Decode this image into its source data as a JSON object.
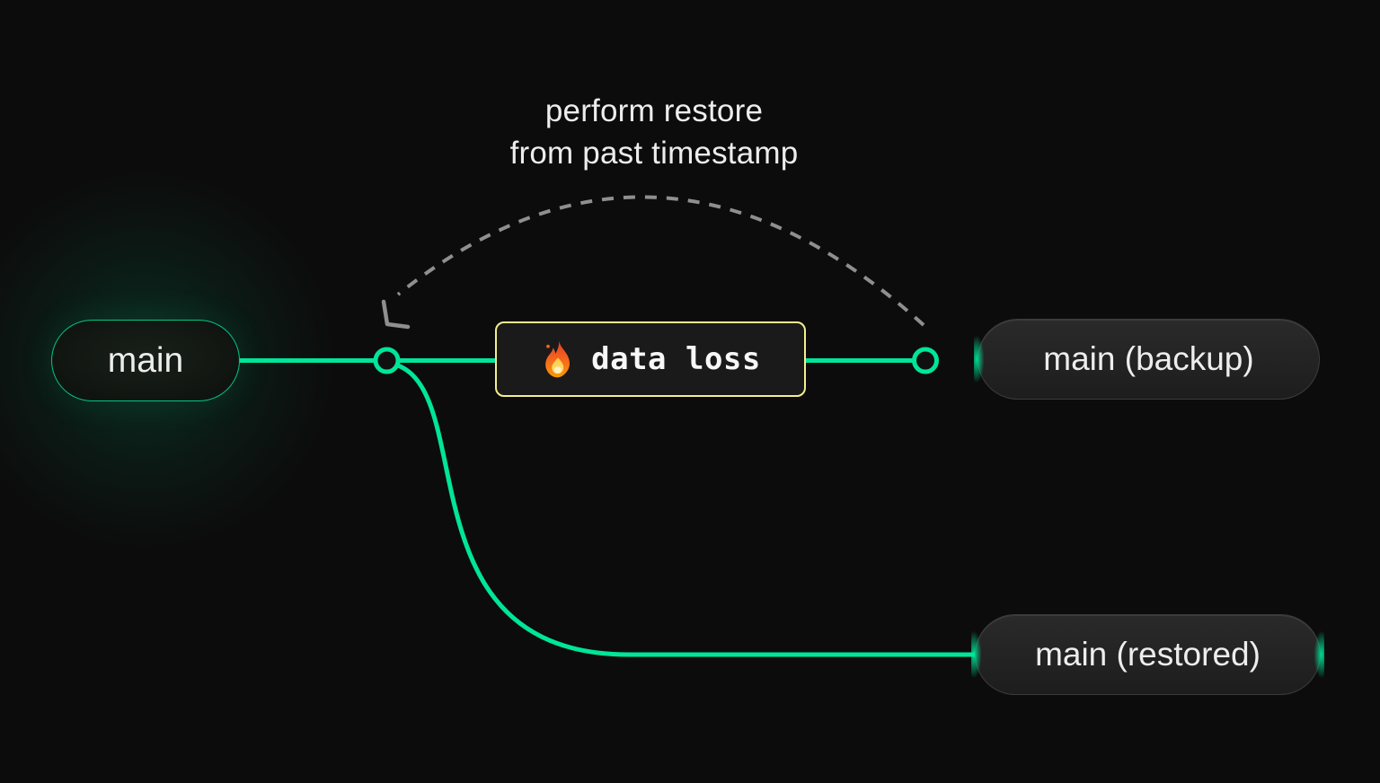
{
  "theme": {
    "bg": "#0c0c0c",
    "green": "#00e599",
    "yellow": "#f3ef8d",
    "gray-dash": "#8f8f8f",
    "text-primary": "#ededed",
    "pill-border": "#3c3c3c"
  },
  "annotation": {
    "line1": "perform restore",
    "line2": "from past timestamp"
  },
  "nodes": {
    "main": {
      "label": "main"
    },
    "backup": {
      "label": "main (backup)"
    },
    "restored": {
      "label": "main (restored)"
    }
  },
  "event": {
    "label": "data loss",
    "icon": "fire-icon"
  }
}
